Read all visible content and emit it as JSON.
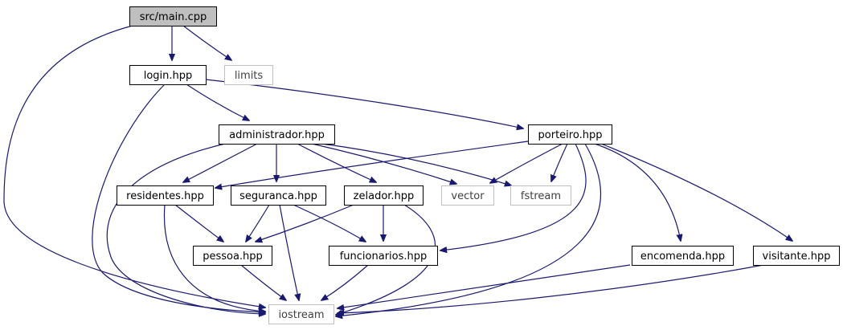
{
  "colors": {
    "edge": "#191970",
    "node_border": "#000000",
    "external_border": "#bfbfbf",
    "external_text": "#404040",
    "root_fill": "#bfbfbf",
    "node_fill": "#ffffff",
    "node_text": "#000000"
  },
  "nodes": {
    "main": {
      "label": "src/main.cpp",
      "kind": "root"
    },
    "login": {
      "label": "login.hpp",
      "kind": "file"
    },
    "limits": {
      "label": "limits",
      "kind": "external"
    },
    "administrador": {
      "label": "administrador.hpp",
      "kind": "file"
    },
    "porteiro": {
      "label": "porteiro.hpp",
      "kind": "file"
    },
    "residentes": {
      "label": "residentes.hpp",
      "kind": "file"
    },
    "seguranca": {
      "label": "seguranca.hpp",
      "kind": "file"
    },
    "zelador": {
      "label": "zelador.hpp",
      "kind": "file"
    },
    "vector": {
      "label": "vector",
      "kind": "external"
    },
    "fstream": {
      "label": "fstream",
      "kind": "external"
    },
    "pessoa": {
      "label": "pessoa.hpp",
      "kind": "file"
    },
    "funcionarios": {
      "label": "funcionarios.hpp",
      "kind": "file"
    },
    "encomenda": {
      "label": "encomenda.hpp",
      "kind": "file"
    },
    "visitante": {
      "label": "visitante.hpp",
      "kind": "file"
    },
    "iostream": {
      "label": "iostream",
      "kind": "external"
    }
  },
  "edges": [
    [
      "main",
      "login"
    ],
    [
      "main",
      "limits"
    ],
    [
      "main",
      "iostream"
    ],
    [
      "login",
      "administrador"
    ],
    [
      "login",
      "porteiro"
    ],
    [
      "login",
      "iostream"
    ],
    [
      "administrador",
      "residentes"
    ],
    [
      "administrador",
      "seguranca"
    ],
    [
      "administrador",
      "zelador"
    ],
    [
      "administrador",
      "vector"
    ],
    [
      "administrador",
      "fstream"
    ],
    [
      "administrador",
      "iostream"
    ],
    [
      "porteiro",
      "residentes"
    ],
    [
      "porteiro",
      "vector"
    ],
    [
      "porteiro",
      "fstream"
    ],
    [
      "porteiro",
      "funcionarios"
    ],
    [
      "porteiro",
      "iostream"
    ],
    [
      "porteiro",
      "encomenda"
    ],
    [
      "porteiro",
      "visitante"
    ],
    [
      "residentes",
      "pessoa"
    ],
    [
      "residentes",
      "iostream"
    ],
    [
      "seguranca",
      "pessoa"
    ],
    [
      "seguranca",
      "funcionarios"
    ],
    [
      "seguranca",
      "iostream"
    ],
    [
      "zelador",
      "pessoa"
    ],
    [
      "zelador",
      "funcionarios"
    ],
    [
      "zelador",
      "iostream"
    ],
    [
      "pessoa",
      "iostream"
    ],
    [
      "funcionarios",
      "iostream"
    ],
    [
      "encomenda",
      "iostream"
    ],
    [
      "visitante",
      "iostream"
    ]
  ]
}
